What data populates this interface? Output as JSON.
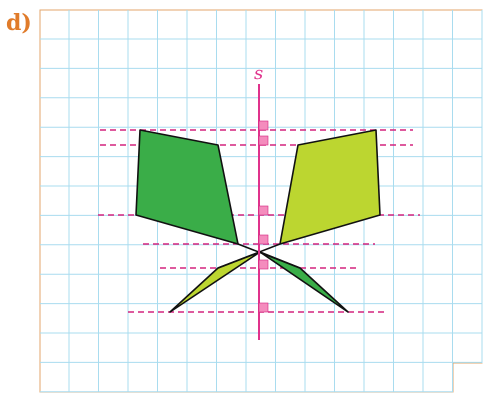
{
  "figure": {
    "part_label": "d)",
    "axis_label": "s"
  },
  "colors": {
    "part_label": "#e07b2a",
    "grid_line": "#a9dcef",
    "border": "#e3a66b",
    "axis": "#e0328c",
    "guide_line": "#d4237f",
    "right_angle_mark": "#f48cbd",
    "left_shape_fill": "#3aad48",
    "right_shape_fill": "#bcd630",
    "outline": "#111111"
  },
  "shapes": {
    "left": {
      "name": "original-shape",
      "fill": "#3aad48"
    },
    "right": {
      "name": "mirrored-shape",
      "fill": "#bcd630"
    }
  }
}
